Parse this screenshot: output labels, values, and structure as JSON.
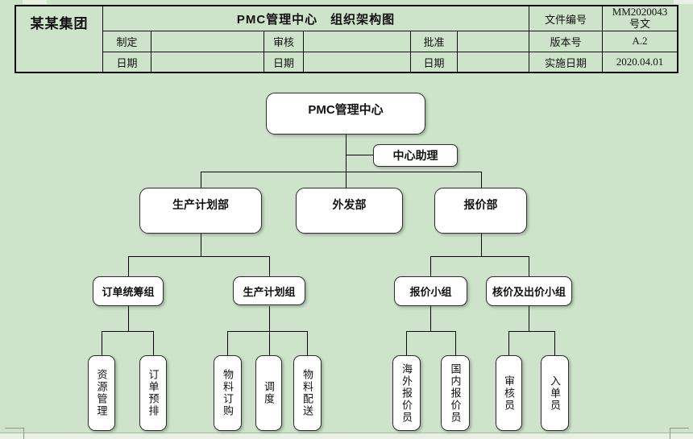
{
  "document": {
    "company": "某某集团",
    "title": "PMC管理中心　组织架构图",
    "drafter_label": "制定",
    "reviewer_label": "审核",
    "approver_label": "批准",
    "date_label_1": "日期",
    "date_label_2": "日期",
    "date_label_3": "日期",
    "doc_no_label": "文件编号",
    "doc_no_value": "MM2020043号文",
    "version_label": "版本号",
    "version_value": "A.2",
    "impl_date_label": "实施日期",
    "impl_date_value": "2020.04.01"
  },
  "org": {
    "root": "PMC管理中心",
    "assistant": "中心助理",
    "dept_production": "生产计划部",
    "dept_outsourcing": "外发部",
    "dept_quotation": "报价部",
    "group_order": "订单统筹组",
    "group_prodplan": "生产计划组",
    "group_quote": "报价小组",
    "group_price": "核价及出价小组",
    "leaf_resource": "资源管理",
    "leaf_preorder": "订单预排",
    "leaf_material_order": "物料订购",
    "leaf_dispatch": "调度",
    "leaf_material_delivery": "物料配送",
    "leaf_overseas_quote": "海外报价员",
    "leaf_domestic_quote": "国内报价员",
    "leaf_auditor": "审核员",
    "leaf_order_entry": "入单员"
  },
  "colors": {
    "background": "#cee4ca",
    "box_fill": "#ffffff",
    "border": "#111111",
    "line": "#000000"
  }
}
